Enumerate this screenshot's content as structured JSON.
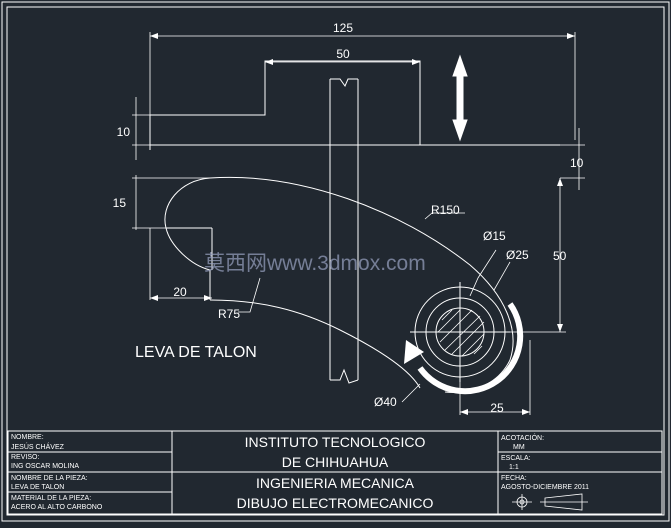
{
  "drawing": {
    "title": "LEVA DE TALON",
    "watermark": "莫西网www.3dmox.com",
    "dimensions": {
      "overall_width": "125",
      "slot_width": "50",
      "top_height": "10",
      "right_gap": "10",
      "left_height": "15",
      "right_height": "50",
      "left_width": "20",
      "hole_offset": "25",
      "radius_outer": "R150",
      "radius_inner": "R75",
      "dia_small": "Ø15",
      "dia_medium": "Ø25",
      "dia_large": "Ø40"
    }
  },
  "title_block": {
    "nombre_label": "NOMBRE:",
    "nombre_value": "JESÚS CHÁVEZ",
    "reviso_label": "REVISO:",
    "reviso_value": "ING OSCAR MOLINA",
    "pieza_label": "NOMBRE DE LA PIEZA:",
    "pieza_value": "LEVA DE TALON",
    "material_label": "MATERIAL DE LA PIEZA:",
    "material_value": "ACERO AL ALTO CARBONO",
    "institute_line1": "INSTITUTO TECNOLOGICO",
    "institute_line2": "DE CHIHUAHUA",
    "course_line1": "INGENIERIA  MECANICA",
    "course_line2": "DIBUJO ELECTROMECANICO",
    "acotacion_label": "ACOTACIÓN:",
    "acotacion_value": "MM",
    "escala_label": "ESCALA:",
    "escala_value": "1:1",
    "fecha_label": "FECHA:",
    "fecha_value": "AGOSTO-DICIEMBRE 2011"
  }
}
